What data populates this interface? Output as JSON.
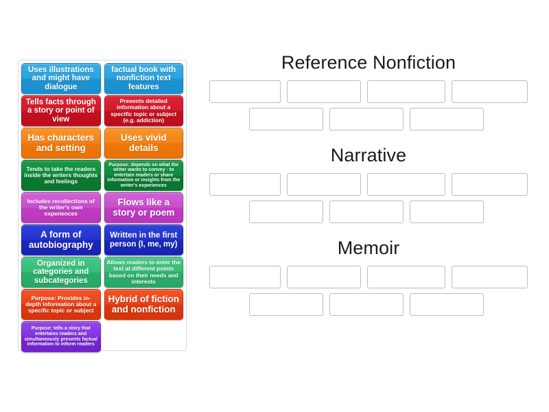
{
  "activity": {
    "type": "group-sort",
    "tile_panel_label": "unsorted-items"
  },
  "tiles": [
    {
      "text": "Uses illustrations and might have dialogue",
      "color": "#29a3de",
      "theme": "c-azure",
      "size": "fs-md"
    },
    {
      "text": "factual book with nonfiction text features",
      "color": "#29a3de",
      "theme": "c-azure",
      "size": "fs-md"
    },
    {
      "text": "Tells facts through a story or point of view",
      "color": "#d41a2a",
      "theme": "c-crimson",
      "size": "fs-md"
    },
    {
      "text": "Presents detailed information about a specific topic or subject (e.g. addiction)",
      "color": "#d41a2a",
      "theme": "c-crimson",
      "size": "fs-sm"
    },
    {
      "text": "Has characters and setting",
      "color": "#f5841a",
      "theme": "c-orange",
      "size": "fs-lg"
    },
    {
      "text": "Uses vivid details",
      "color": "#f5841a",
      "theme": "c-orange",
      "size": "fs-lg"
    },
    {
      "text": "Tends to take the readers inside the writers thoughts and feelings",
      "color": "#0f8b3c",
      "theme": "c-forest",
      "size": "fs-sm"
    },
    {
      "text": "Purpose: depends on what the writer wants to convey - to entertain readers or share information or insights from the writer's experiences",
      "color": "#0f8b3c",
      "theme": "c-forest",
      "size": "fs-xs"
    },
    {
      "text": "Includes recollections of the writer's own experiences",
      "color": "#c94ecd",
      "theme": "c-orchid",
      "size": "fs-sm"
    },
    {
      "text": "Flows like a story or poem",
      "color": "#c94ecd",
      "theme": "c-orchid",
      "size": "fs-lg"
    },
    {
      "text": "A form of autobiography",
      "color": "#2233cc",
      "theme": "c-royal",
      "size": "fs-lg"
    },
    {
      "text": "Written in the first person (I, me, my)",
      "color": "#2233cc",
      "theme": "c-royal",
      "size": "fs-md"
    },
    {
      "text": "Organized in categories and subcategories",
      "color": "#36bd78",
      "theme": "c-emerald",
      "size": "fs-md"
    },
    {
      "text": "Allows readers to enter the text at different points based on their needs and interests",
      "color": "#36bd78",
      "theme": "c-emerald",
      "size": "fs-sm"
    },
    {
      "text": "Purpose: Provides in-depth information about a specific topic or subject",
      "color": "#e8441a",
      "theme": "c-tomato",
      "size": "fs-sm"
    },
    {
      "text": "Hybrid of fiction and nonfiction",
      "color": "#e8441a",
      "theme": "c-tomato",
      "size": "fs-lg"
    },
    {
      "text": "Purpose: tells a story that entertains readers and simultaneously presents factual information to inform readers",
      "color": "#8434e0",
      "theme": "c-violet",
      "size": "fs-xs"
    }
  ],
  "categories": [
    {
      "title": "Reference Nonfiction",
      "row1_slots": [
        "",
        "",
        "",
        ""
      ],
      "row2_slots": [
        "",
        "",
        ""
      ]
    },
    {
      "title": "Narrative",
      "row1_slots": [
        "",
        "",
        "",
        ""
      ],
      "row2_slots": [
        "",
        "",
        ""
      ]
    },
    {
      "title": "Memoir",
      "row1_slots": [
        "",
        "",
        "",
        ""
      ],
      "row2_slots": [
        "",
        "",
        ""
      ]
    }
  ]
}
